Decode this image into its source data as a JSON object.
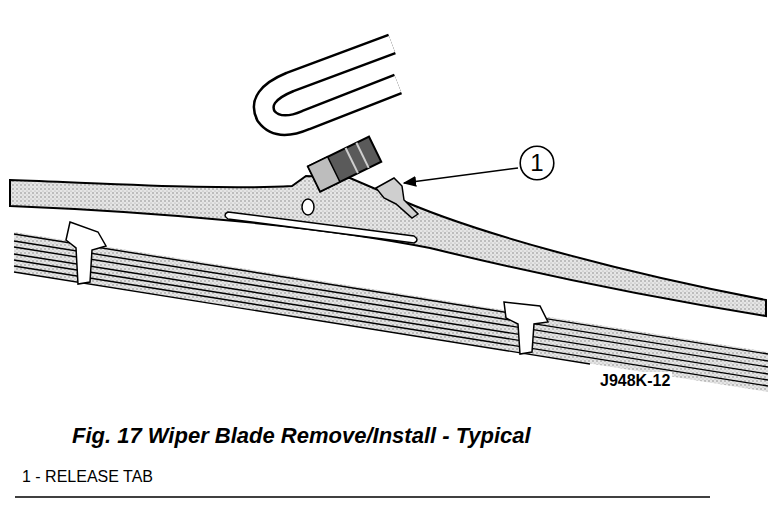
{
  "diagram": {
    "caption": "Fig. 17 Wiper Blade Remove/Install - Typical",
    "nodes": [
      {
        "text": [
          "1"
        ]
      }
    ],
    "labels": [
      "J948K-12",
      "1 - RELEASE TAB"
    ]
  }
}
